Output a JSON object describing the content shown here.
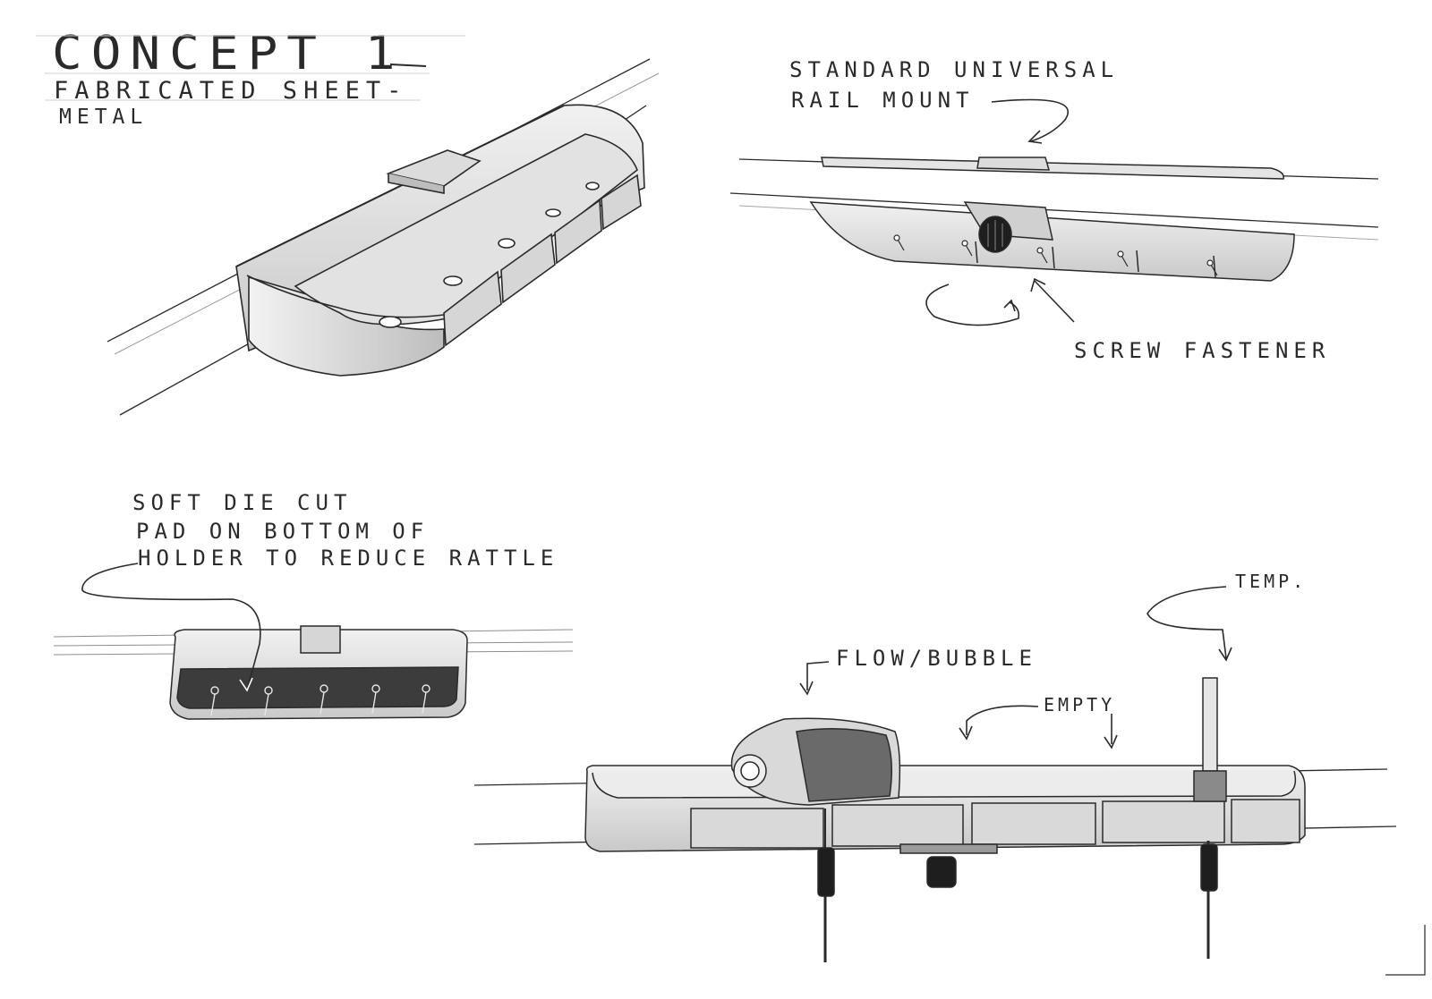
{
  "title": {
    "line1": "CONCEPT 1",
    "line2": "FABRICATED SHEET-",
    "line3": "METAL"
  },
  "annotations": {
    "rail_mount_1": "STANDARD UNIVERSAL",
    "rail_mount_2": "RAIL MOUNT",
    "screw_fastener": "SCREW FASTENER",
    "pad_1": "SOFT DIE CUT",
    "pad_2": "PAD ON BOTTOM OF",
    "pad_3": "HOLDER TO REDUCE RATTLE",
    "temp": "TEMP.",
    "flow": "FLOW/BUBBLE",
    "empty": "EMPTY"
  },
  "colors": {
    "line": "#2a2a2a",
    "body": "#d8d8d8",
    "body_light": "#ececec",
    "body_dark": "#a9a9a9",
    "pad": "#3c3c3c"
  }
}
